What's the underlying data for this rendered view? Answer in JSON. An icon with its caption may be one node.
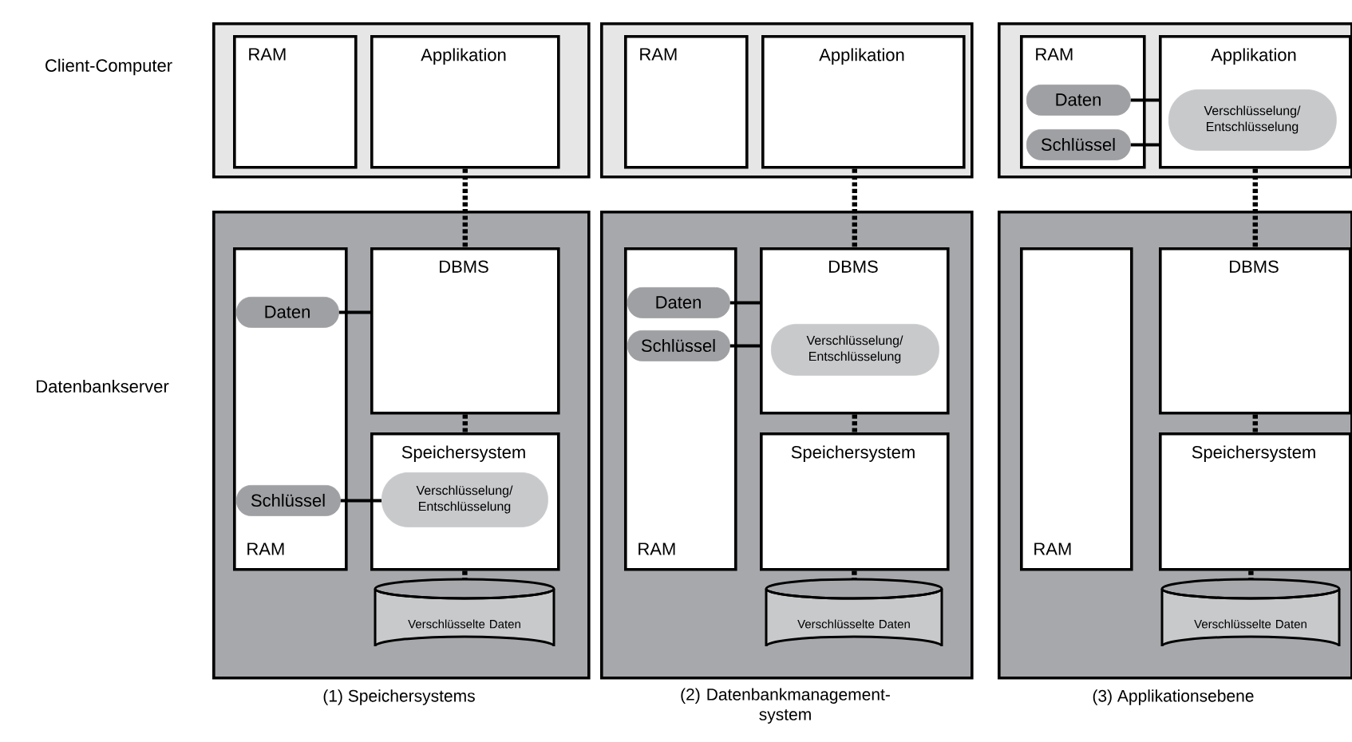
{
  "diagram": {
    "nodes": [
      {
        "text": [],
        "shape": "box"
      },
      {
        "text": [
          "RAM"
        ],
        "in": 0
      },
      {
        "text": [
          "Applikation"
        ],
        "in": 0
      },
      {
        "text": [],
        "shape": "box"
      },
      {
        "text": [
          "RAM"
        ],
        "in": 3
      },
      {
        "text": [
          "Daten"
        ],
        "in": 4
      },
      {
        "text": [
          "Schlüssel"
        ],
        "in": 4
      },
      {
        "text": [
          "DBMS"
        ],
        "in": 3
      },
      {
        "text": [
          "Speichersystem"
        ],
        "in": 3
      },
      {
        "text": [
          "Verschlüsselung/ Entschlüsselung"
        ],
        "in": 8
      },
      {
        "text": [
          "Verschlüsselte Daten"
        ],
        "in": 3
      },
      {
        "text": [],
        "shape": "box"
      },
      {
        "text": [
          "RAM"
        ],
        "in": 11
      },
      {
        "text": [
          "Applikation"
        ],
        "in": 11
      },
      {
        "text": [],
        "shape": "box"
      },
      {
        "text": [
          "RAM"
        ],
        "in": 14
      },
      {
        "text": [
          "Daten"
        ],
        "in": 15
      },
      {
        "text": [
          "Schlüssel"
        ],
        "in": 15
      },
      {
        "text": [
          "DBMS"
        ],
        "in": 14
      },
      {
        "text": [
          "Verschlüsselung/ Entschlüsselung"
        ],
        "in": 18
      },
      {
        "text": [
          "Speichersystem"
        ],
        "in": 14
      },
      {
        "text": [
          "Verschlüsselte Daten"
        ],
        "in": 14
      },
      {
        "text": [],
        "shape": "box"
      },
      {
        "text": [
          "RAM"
        ],
        "in": 22
      },
      {
        "text": [
          "Daten"
        ],
        "in": 23
      },
      {
        "text": [
          "Schlüssel"
        ],
        "in": 23
      },
      {
        "text": [
          "Applikation"
        ],
        "in": 22
      },
      {
        "text": [
          "Verschlüsselung/ Entschlüsselung"
        ],
        "in": 26
      },
      {
        "text": [],
        "shape": "box"
      },
      {
        "text": [
          "RAM"
        ],
        "in": 28
      },
      {
        "text": [
          "DBMS"
        ],
        "in": 28
      },
      {
        "text": [
          "Speichersystem"
        ],
        "in": 28
      },
      {
        "text": [
          "Verschlüsselte Daten"
        ],
        "in": 28
      }
    ],
    "edges": [
      {
        "from": 2,
        "to": 7,
        "arrow": "none",
        "style": "dashed"
      },
      {
        "from": 7,
        "to": 8,
        "arrow": "none",
        "style": "dashed"
      },
      {
        "from": 8,
        "to": 10,
        "arrow": "none",
        "style": "dashed"
      },
      {
        "from": 5,
        "to": 7,
        "arrow": "none"
      },
      {
        "from": 6,
        "to": 9,
        "arrow": "none"
      },
      {
        "from": 13,
        "to": 18,
        "arrow": "none",
        "style": "dashed"
      },
      {
        "from": 18,
        "to": 20,
        "arrow": "none",
        "style": "dashed"
      },
      {
        "from": 20,
        "to": 21,
        "arrow": "none",
        "style": "dashed"
      },
      {
        "from": 16,
        "to": 18,
        "arrow": "none"
      },
      {
        "from": 17,
        "to": 18,
        "arrow": "none"
      },
      {
        "from": 26,
        "to": 30,
        "arrow": "none",
        "style": "dashed"
      },
      {
        "from": 30,
        "to": 31,
        "arrow": "none",
        "style": "dashed"
      },
      {
        "from": 31,
        "to": 32,
        "arrow": "none",
        "style": "dashed"
      },
      {
        "from": 24,
        "to": 26,
        "arrow": "none"
      },
      {
        "from": 25,
        "to": 26,
        "arrow": "none"
      }
    ],
    "labels": [
      "Client-Computer",
      "Datenbankserver",
      "(1) Speichersystems",
      "(2) Datenbankmanagement-system",
      "(3) Applikationsebene"
    ]
  }
}
